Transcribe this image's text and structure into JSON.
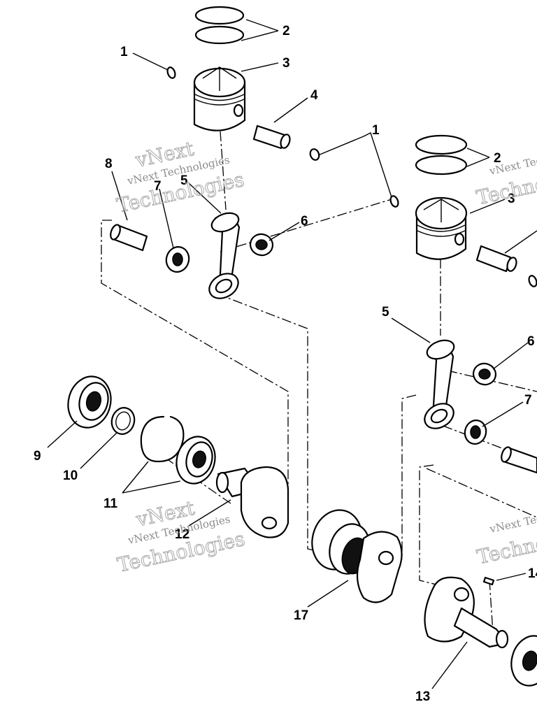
{
  "watermark": {
    "line1": "vNext",
    "line2": "vNext Technologies",
    "line3": "Technologies"
  },
  "callouts": {
    "c1a": "1",
    "c1b": "1",
    "c2a": "2",
    "c2b": "2",
    "c3a": "3",
    "c3b": "3",
    "c4": "4",
    "c5a": "5",
    "c5b": "5",
    "c6a": "6",
    "c6b": "6",
    "c7a": "7",
    "c7b": "7",
    "c8": "8",
    "c9": "9",
    "c10": "10",
    "c11": "11",
    "c12": "12",
    "c13": "13",
    "c14": "14",
    "c17": "17"
  }
}
